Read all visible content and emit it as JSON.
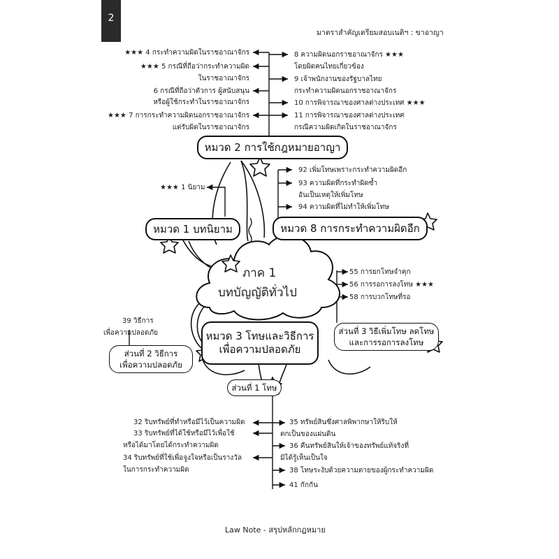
{
  "page_number": "2",
  "header_right": "มาตราสำคัญเตรียมสอบเนติฯ : ขาอาญา",
  "footer": "Law Note - สรุปหลักกฎหมาย",
  "center": {
    "line1": "ภาค 1",
    "line2": "บทบัญญัติทั่วไป"
  },
  "chapter2": {
    "title": "หมวด 2 การใช้กฎหมายอาญา",
    "left_items": [
      "★★★ 4 กระทำความผิดในราชอาณาจักร",
      "★★★ 5 กรณีที่ถือว่ากระทำความผิด",
      "ในราชอาณาจักร",
      "6 กรณีที่ถือว่าตัวการ ผู้สนับสนุน",
      "หรือผู้ใช้กระทำในราชอาณาจักร",
      "★★★ 7 การกระทำความผิดนอกราชอาณาจักร",
      "แต่รับผิดในราชอาณาจักร"
    ],
    "right_items": [
      "8 ความผิดนอกราชอาณาจักร ★★★",
      "โดยผิดคนไทยเกี่ยวข้อง",
      "9 เจ้าพนักงานของรัฐบาลไทย",
      "กระทำความผิดนอกราชอาณาจักร",
      "10 การพิจารณาของศาลต่างประเทศ ★★★",
      "11 การพิจารณาของศาลต่างประเทศ",
      "กรณีความผิดเกิดในราชอาณาจักร"
    ]
  },
  "chapter1": {
    "title": "หมวด 1 บทนิยาม",
    "item": "★★★ 1 นิยาม"
  },
  "chapter8": {
    "title": "หมวด 8 การกระทำความผิดอีก",
    "items": [
      "92 เพิ่มโทษเพราะกระทำความผิดอีก",
      "93 ความผิดที่กระทำผิดซ้ำ",
      "อันเป็นเหตุให้เพิ่มโทษ",
      "94 ความผิดที่ไม่ทำให้เพิ่มโทษ"
    ]
  },
  "chapter3": {
    "line1": "หมวด 3 โทษและวิธีการ",
    "line2": "เพื่อความปลอดภัย"
  },
  "part2": {
    "line1": "ส่วนที่ 2 วิธีการ",
    "line2": "เพื่อความปลอดภัย",
    "item1": "39 วิธีการ",
    "item2": "เพื่อความปลอดภัย"
  },
  "part3": {
    "line1": "ส่วนที่ 3 วิธีเพิ่มโทษ ลดโทษ",
    "line2": "และการรอการลงโทษ",
    "items": [
      "55 การยกโทษจำคุก",
      "56 การรอการลงโทษ ★★★",
      "58 การบวกโทษที่รอ"
    ]
  },
  "part1": {
    "title": "ส่วนที่ 1 โทษ",
    "left_items": [
      "32 ริบทรัพย์ที่ทำหรือมีไว้เป็นความผิด",
      "33 ริบทรัพย์ที่ได้ใช้หรือมีไว้เพื่อใช้",
      "หรือได้มาโดยได้กระทำความผิด",
      "34 ริบทรัพย์ที่ใช้เพื่อจูงใจหรือเป็นรางวัล",
      "ในการกระทำความผิด"
    ],
    "right_items": [
      "35 ทรัพย์สินซึ่งศาลพิพากษาให้ริบให้",
      "ตกเป็นของแผ่นดิน",
      "36 คืนทรัพย์สินให้เจ้าของทรัพย์แท้จริงที่",
      "มิได้รู้เห็นเป็นใจ",
      "38 โทษระงับด้วยความตายของผู้กระทำความผิด",
      "41 กักกัน"
    ]
  },
  "icons": [
    "star-icon",
    "cloud-icon",
    "arrow-icon"
  ]
}
